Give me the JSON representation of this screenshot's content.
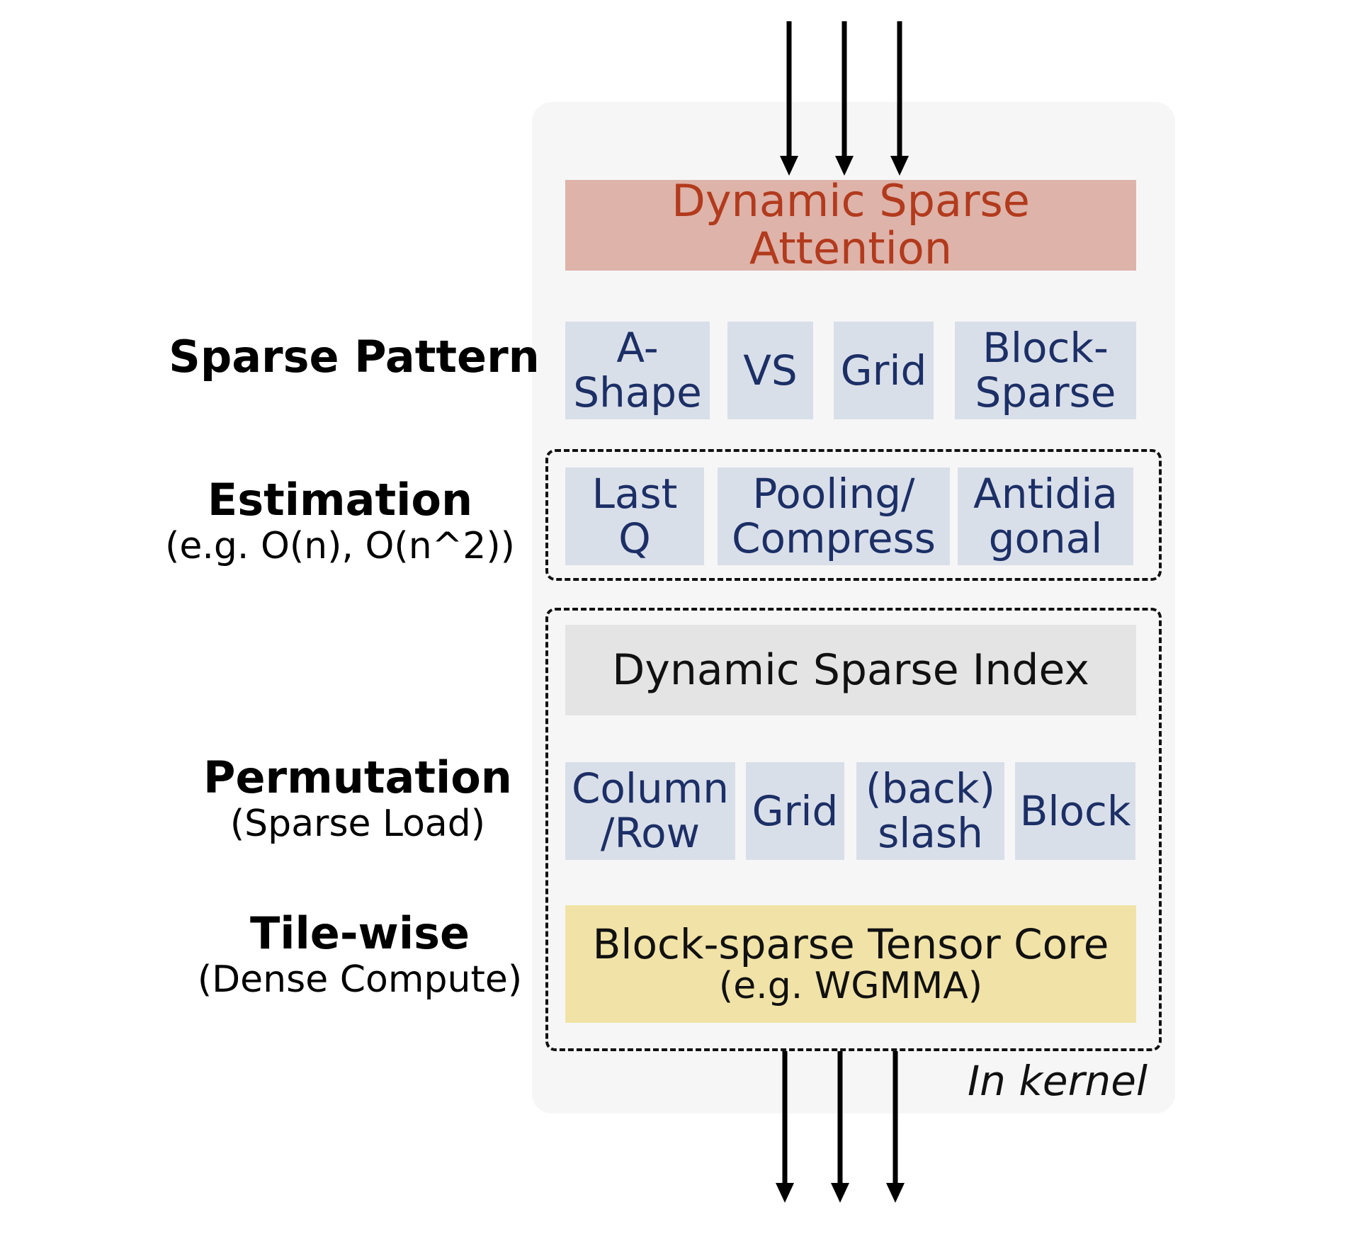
{
  "title_box": "Dynamic Sparse Attention",
  "rows": {
    "sparse_pattern": {
      "label": "Sparse Pattern",
      "items": [
        "A-\nShape",
        "VS",
        "Grid",
        "Block-\nSparse"
      ]
    },
    "estimation": {
      "label": "Estimation",
      "sublabel": "(e.g. O(n), O(n^2))",
      "items": [
        "Last\nQ",
        "Pooling/\nCompress",
        "Antidia\ngonal"
      ]
    },
    "index_box": "Dynamic Sparse Index",
    "permutation": {
      "label": "Permutation",
      "sublabel": "(Sparse Load)",
      "items": [
        "Column\n/Row",
        "Grid",
        "(back)\nslash",
        "Block"
      ]
    },
    "tile_wise": {
      "label": "Tile-wise",
      "sublabel": "(Dense Compute)",
      "box_main": "Block-sparse Tensor Core",
      "box_sub": "(e.g. WGMMA)"
    }
  },
  "footer_note": "In kernel",
  "colors": {
    "panel": "#f6f6f6",
    "title_fill": "#deb3a9",
    "title_text": "#b23a1d",
    "option_fill": "#d9dfe9",
    "option_text": "#1c2f66",
    "index_fill": "#e4e4e4",
    "core_fill": "#f1e3a7"
  }
}
